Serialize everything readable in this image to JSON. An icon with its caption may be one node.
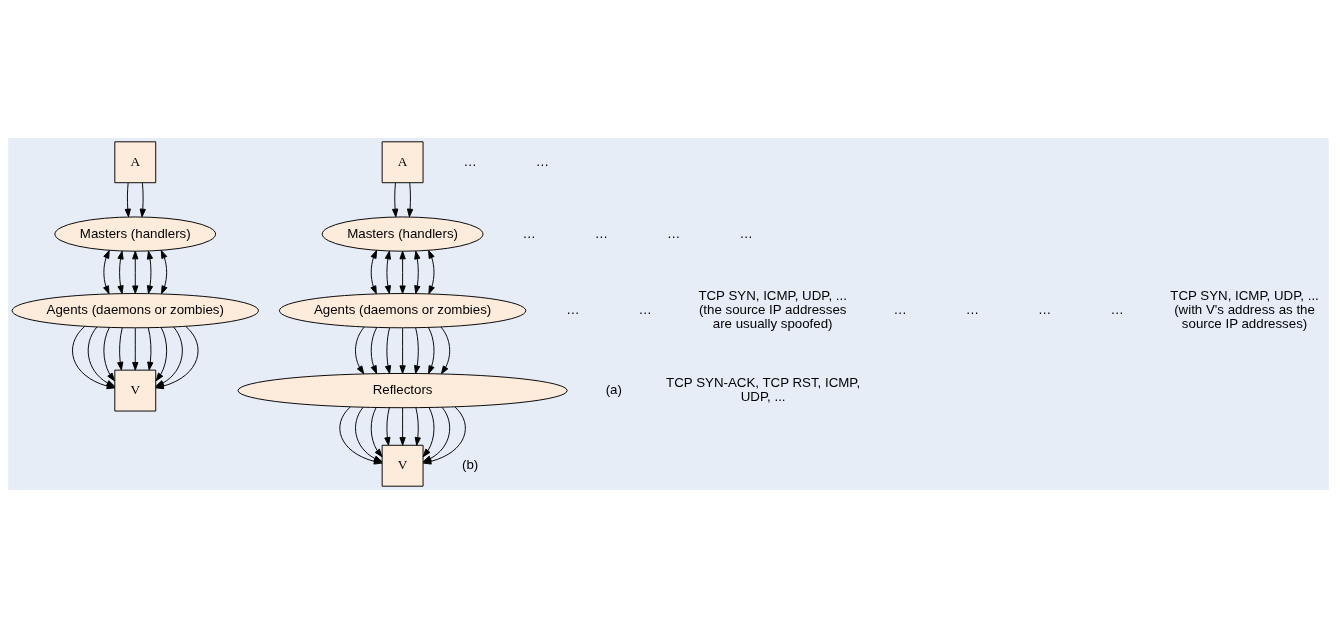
{
  "diagram": {
    "nodes": [
      {
        "text": [
          "A"
        ]
      },
      {
        "text": [
          "Masters (handlers)"
        ]
      },
      {
        "text": [
          "Agents (daemons or zombies)"
        ]
      },
      {
        "text": [
          "V"
        ]
      },
      {
        "text": [
          "A"
        ]
      },
      {
        "text": [
          "Masters (handlers)"
        ]
      },
      {
        "text": [
          "Agents (daemons or zombies)"
        ]
      },
      {
        "text": [
          "Reflectors"
        ]
      },
      {
        "text": [
          "V"
        ]
      }
    ],
    "edges": [
      {
        "from": 0,
        "to": 1,
        "arrow": "to"
      },
      {
        "from": 0,
        "to": 1,
        "arrow": "to"
      },
      {
        "from": 1,
        "to": 2,
        "arrow": "both"
      },
      {
        "from": 1,
        "to": 2,
        "arrow": "both"
      },
      {
        "from": 1,
        "to": 2,
        "arrow": "both"
      },
      {
        "from": 1,
        "to": 2,
        "arrow": "both"
      },
      {
        "from": 1,
        "to": 2,
        "arrow": "both"
      },
      {
        "from": 2,
        "to": 3,
        "arrow": "to"
      },
      {
        "from": 2,
        "to": 3,
        "arrow": "to"
      },
      {
        "from": 2,
        "to": 3,
        "arrow": "to"
      },
      {
        "from": 2,
        "to": 3,
        "arrow": "to"
      },
      {
        "from": 2,
        "to": 3,
        "arrow": "to"
      },
      {
        "from": 2,
        "to": 3,
        "arrow": "to"
      },
      {
        "from": 2,
        "to": 3,
        "arrow": "to"
      },
      {
        "from": 2,
        "to": 3,
        "arrow": "to"
      },
      {
        "from": 2,
        "to": 3,
        "arrow": "to"
      },
      {
        "from": 4,
        "to": 5,
        "arrow": "to"
      },
      {
        "from": 4,
        "to": 5,
        "arrow": "to"
      },
      {
        "from": 5,
        "to": 6,
        "arrow": "both"
      },
      {
        "from": 5,
        "to": 6,
        "arrow": "both"
      },
      {
        "from": 5,
        "to": 6,
        "arrow": "both"
      },
      {
        "from": 5,
        "to": 6,
        "arrow": "both"
      },
      {
        "from": 5,
        "to": 6,
        "arrow": "both"
      },
      {
        "from": 6,
        "to": 7,
        "arrow": "to"
      },
      {
        "from": 6,
        "to": 7,
        "arrow": "to"
      },
      {
        "from": 6,
        "to": 7,
        "arrow": "to"
      },
      {
        "from": 6,
        "to": 7,
        "arrow": "to"
      },
      {
        "from": 6,
        "to": 7,
        "arrow": "to"
      },
      {
        "from": 6,
        "to": 7,
        "arrow": "to"
      },
      {
        "from": 6,
        "to": 7,
        "arrow": "to"
      },
      {
        "from": 7,
        "to": 8,
        "arrow": "to"
      },
      {
        "from": 7,
        "to": 8,
        "arrow": "to"
      },
      {
        "from": 7,
        "to": 8,
        "arrow": "to"
      },
      {
        "from": 7,
        "to": 8,
        "arrow": "to"
      },
      {
        "from": 7,
        "to": 8,
        "arrow": "to"
      },
      {
        "from": 7,
        "to": 8,
        "arrow": "to"
      },
      {
        "from": 7,
        "to": 8,
        "arrow": "to"
      },
      {
        "from": 7,
        "to": 8,
        "arrow": "to"
      },
      {
        "from": 7,
        "to": 8,
        "arrow": "to"
      }
    ],
    "labels": [
      "…",
      "…",
      "…",
      "…",
      "…",
      "TCP SYN, ICMP, UDP, ... (the source IP addresses are usually spoofed)",
      "(a)",
      "…",
      "…",
      "…",
      "…",
      "…",
      "…",
      "…",
      "TCP SYN, ICMP, UDP, ... (with V's address as the source IP addresses)",
      "TCP SYN-ACK, TCP RST, ICMP, UDP, ...",
      "(b)"
    ]
  }
}
